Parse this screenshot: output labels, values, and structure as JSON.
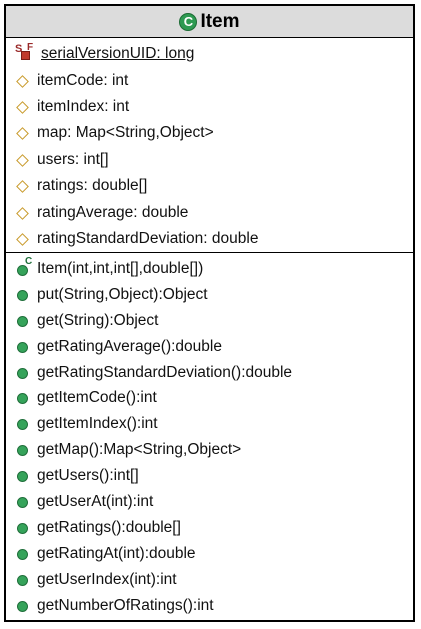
{
  "class": {
    "icon_letter": "C",
    "name": "Item"
  },
  "fields": [
    {
      "icon": "static-final-field-icon",
      "text": "serialVersionUID: long",
      "static": true
    },
    {
      "icon": "field-icon",
      "text": "itemCode: int"
    },
    {
      "icon": "field-icon",
      "text": "itemIndex: int"
    },
    {
      "icon": "field-icon",
      "text": "map: Map<String,Object>"
    },
    {
      "icon": "field-icon",
      "text": "users: int[]"
    },
    {
      "icon": "field-icon",
      "text": "ratings: double[]"
    },
    {
      "icon": "field-icon",
      "text": "ratingAverage: double"
    },
    {
      "icon": "field-icon",
      "text": "ratingStandardDeviation: double"
    }
  ],
  "methods": [
    {
      "icon": "constructor-icon",
      "text": "Item(int,int,int[],double[])"
    },
    {
      "icon": "method-icon",
      "text": "put(String,Object):Object"
    },
    {
      "icon": "method-icon",
      "text": "get(String):Object"
    },
    {
      "icon": "method-icon",
      "text": "getRatingAverage():double"
    },
    {
      "icon": "method-icon",
      "text": "getRatingStandardDeviation():double"
    },
    {
      "icon": "method-icon",
      "text": "getItemCode():int"
    },
    {
      "icon": "method-icon",
      "text": "getItemIndex():int"
    },
    {
      "icon": "method-icon",
      "text": "getMap():Map<String,Object>"
    },
    {
      "icon": "method-icon",
      "text": "getUsers():int[]"
    },
    {
      "icon": "method-icon",
      "text": "getUserAt(int):int"
    },
    {
      "icon": "method-icon",
      "text": "getRatings():double[]"
    },
    {
      "icon": "method-icon",
      "text": "getRatingAt(int):double"
    },
    {
      "icon": "method-icon",
      "text": "getUserIndex(int):int"
    },
    {
      "icon": "method-icon",
      "text": "getNumberOfRatings():int"
    }
  ],
  "colors": {
    "header_bg": "#dcdcdc",
    "field_icon": "#c89a2a",
    "method_icon": "#35a35a",
    "static_icon": "#c0392b"
  }
}
